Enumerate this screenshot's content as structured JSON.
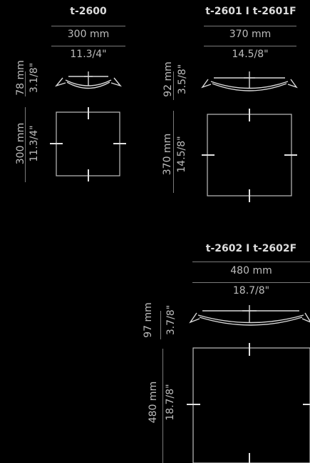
{
  "products": [
    {
      "title": "t-2600",
      "width_mm": "300 mm",
      "width_in": "11.3/4\"",
      "height_mm": "78 mm",
      "height_in": "3.1/8\"",
      "side_mm": "300 mm",
      "side_in": "11.3/4\""
    },
    {
      "title": "t-2601 I t-2601F",
      "width_mm": "370 mm",
      "width_in": "14.5/8\"",
      "height_mm": "92 mm",
      "height_in": "3.5/8\"",
      "side_mm": "370 mm",
      "side_in": "14.5/8\""
    },
    {
      "title": "t-2602 I t-2602F",
      "width_mm": "480 mm",
      "width_in": "18.7/8\"",
      "height_mm": "97 mm",
      "height_in": "3.7/8\"",
      "side_mm": "480 mm",
      "side_in": "18.7/8\""
    }
  ]
}
